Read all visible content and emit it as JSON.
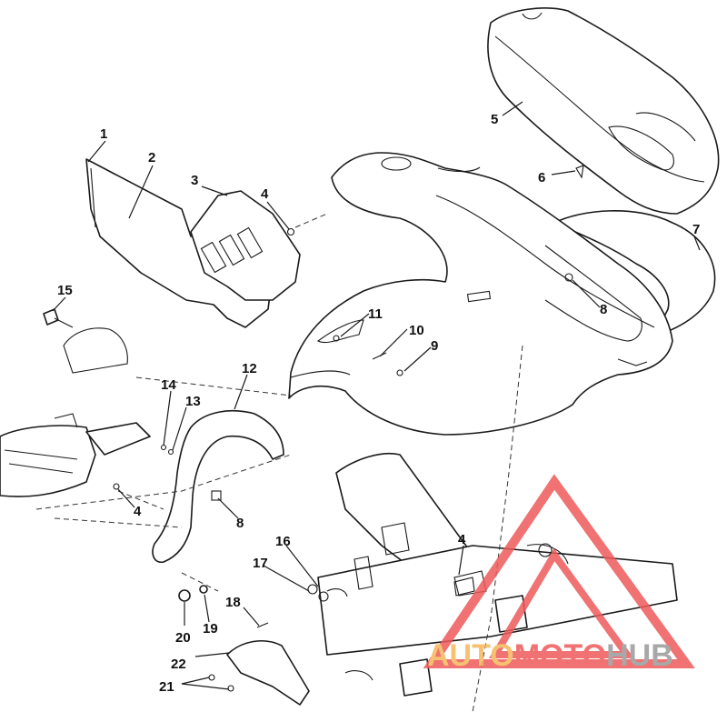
{
  "callouts": [
    {
      "id": "c1",
      "label": "1"
    },
    {
      "id": "c2",
      "label": "2"
    },
    {
      "id": "c3",
      "label": "3"
    },
    {
      "id": "c4a",
      "label": "4"
    },
    {
      "id": "c5",
      "label": "5"
    },
    {
      "id": "c6",
      "label": "6"
    },
    {
      "id": "c7",
      "label": "7"
    },
    {
      "id": "c8a",
      "label": "8"
    },
    {
      "id": "c9",
      "label": "9"
    },
    {
      "id": "c10",
      "label": "10"
    },
    {
      "id": "c11",
      "label": "11"
    },
    {
      "id": "c12",
      "label": "12"
    },
    {
      "id": "c13",
      "label": "13"
    },
    {
      "id": "c14",
      "label": "14"
    },
    {
      "id": "c15",
      "label": "15"
    },
    {
      "id": "c4b",
      "label": "4"
    },
    {
      "id": "c8b",
      "label": "8"
    },
    {
      "id": "c16",
      "label": "16"
    },
    {
      "id": "c17",
      "label": "17"
    },
    {
      "id": "c4c",
      "label": "4"
    },
    {
      "id": "c18",
      "label": "18"
    },
    {
      "id": "c20",
      "label": "20"
    },
    {
      "id": "c19",
      "label": "19"
    },
    {
      "id": "c22",
      "label": "22"
    },
    {
      "id": "c21",
      "label": "21"
    }
  ],
  "watermark": {
    "text_part1": "AUTO",
    "text_part2": "MOTO",
    "text_part3": "HUB",
    "color_orange": "#f5b85a",
    "color_red": "#ee5a5a",
    "color_gray": "#9a9a9a"
  }
}
